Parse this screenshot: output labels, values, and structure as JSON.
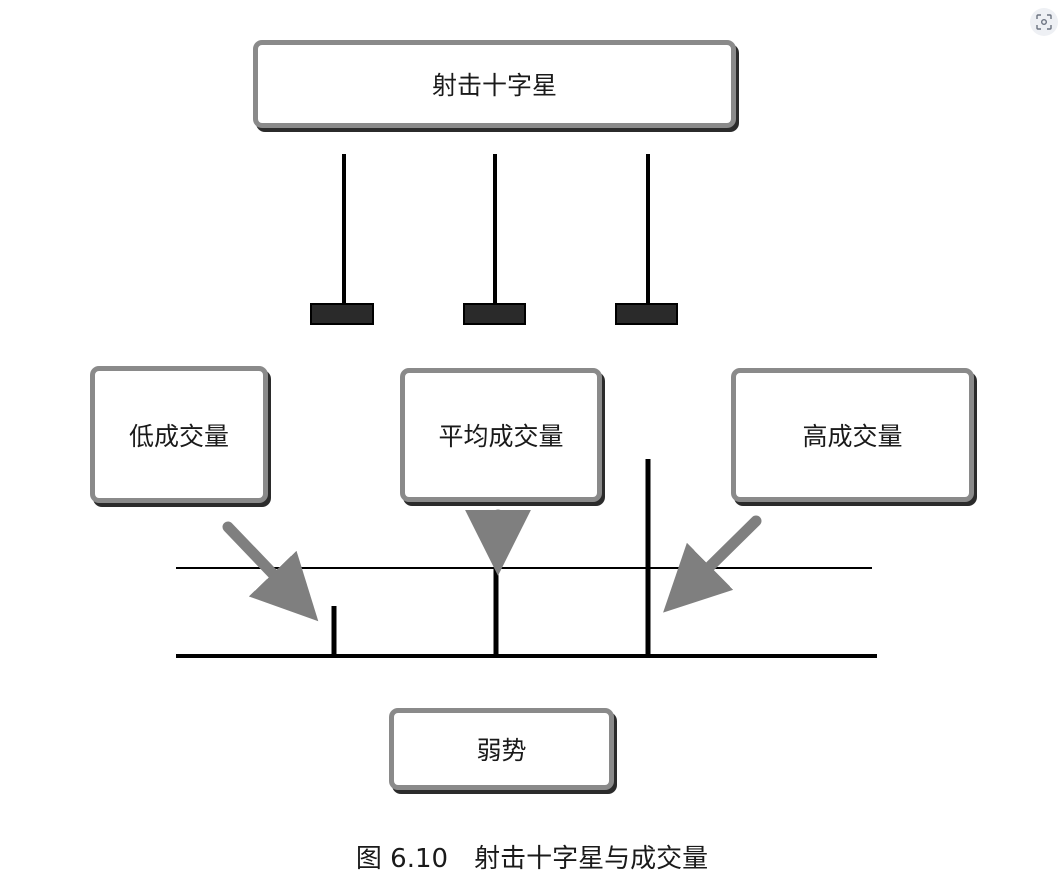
{
  "diagram": {
    "title_box": "射击十字星",
    "low_volume_box": "低成交量",
    "average_volume_box": "平均成交量",
    "high_volume_box": "高成交量",
    "weak_box": "弱势"
  },
  "caption": "图 6.10　射击十字星与成交量",
  "icons": {
    "corner": "scan-icon"
  }
}
